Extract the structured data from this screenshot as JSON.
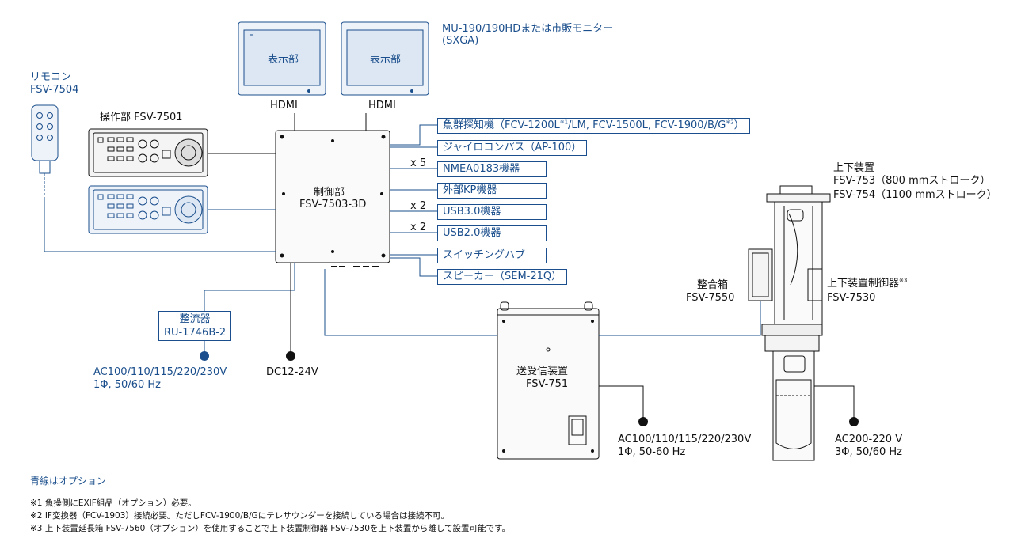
{
  "monitor": {
    "label_1": "表示部",
    "label_2": "表示部",
    "hdmi_1": "HDMI",
    "hdmi_2": "HDMI",
    "model": "MU-190/190HDまたは市販モニター",
    "model_sub": "(SXGA)"
  },
  "remote": {
    "name": "リモコン",
    "model": "FSV-7504"
  },
  "operation": {
    "title": "操作部 FSV-7501"
  },
  "control": {
    "name": "制御部",
    "model": "FSV-7503-3D"
  },
  "peripherals": {
    "fish_finder_a": "魚群探知機（FCV-1200L",
    "fish_finder_sup1": "※1",
    "fish_finder_b": "/LM, FCV-1500L, FCV-1900/B/G",
    "fish_finder_sup2": "※2",
    "fish_finder_c": "）",
    "gyro": "ジャイロコンパス（AP-100）",
    "nmea": "NMEA0183機器",
    "nmea_mult": "x 5",
    "kp": "外部KP機器",
    "usb3": "USB3.0機器",
    "usb3_mult": "x 2",
    "usb2": "USB2.0機器",
    "usb2_mult": "x 2",
    "hub": "スイッチングハブ",
    "speaker": "スピーカー（SEM-21Q）"
  },
  "rectifier": {
    "name": "整流器",
    "model": "RU-1746B-2",
    "power": "AC100/110/115/220/230V",
    "power_phase": "1Φ, 50/60 Hz"
  },
  "dc": {
    "power": "DC12-24V"
  },
  "transceiver": {
    "name": "送受信装置",
    "model": "FSV-751",
    "power": "AC100/110/115/220/230V",
    "power_phase": "1Φ, 50-60 Hz"
  },
  "hoist": {
    "title": "上下装置",
    "model_1": "FSV-753（800 mmストローク）",
    "model_2": "FSV-754（1100 mmストローク）",
    "junction_name": "整合箱",
    "junction_model": "FSV-7550",
    "controller_name": "上下装置制御器",
    "controller_sup": "※3",
    "controller_model": "FSV-7530",
    "power": "AC200-220 V",
    "power_phase": "3Φ, 50/60 Hz"
  },
  "legend": {
    "option_note": "青線はオプション"
  },
  "footnotes": {
    "note1": "※1 魚操側にEXIF組品（オプション）必要。",
    "note2": "※2 IF変換器（FCV-1903）接続必要。ただしFCV-1900/B/Gにテレサウンダーを接続している場合は接続不可。",
    "note3": "※3 上下装置延長箱 FSV-7560（オプション）を使用することで上下装置制御器 FSV-7530を上下装置から離して設置可能です。"
  },
  "colors": {
    "option_line": "#1a4e8c",
    "standard_line": "#111111"
  }
}
